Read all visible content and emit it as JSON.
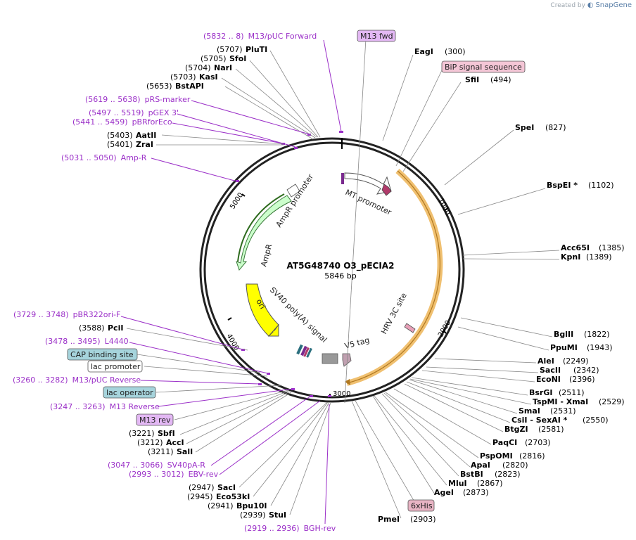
{
  "credit": {
    "prefix": "Created by",
    "brand": "SnapGene"
  },
  "plasmid": {
    "name": "AT5G48740 O3_pECIA2",
    "length_label": "5846 bp",
    "length": 5846
  },
  "ticks": [
    "1000",
    "2000",
    "3000",
    "4000",
    "5000"
  ],
  "features": [
    {
      "name": "MT promoter",
      "start": 3,
      "end": 200,
      "color": "#ffffff",
      "label_style": "text"
    },
    {
      "name": "BiP signal sequence",
      "start": 205,
      "end": 320,
      "color": "#b03a6a",
      "label_style": "box"
    },
    {
      "name": "HRV 3C site",
      "start": 2200,
      "end": 2260,
      "color": "#e8a0b8",
      "label_style": "text"
    },
    {
      "name": "V5 tag",
      "start": 2985,
      "end": 3030,
      "color": "#c0a0b0",
      "label_style": "text"
    },
    {
      "name": "6xHis",
      "start": 2885,
      "end": 2905,
      "color": "#e8b4c4",
      "label_style": "box"
    },
    {
      "name": "SV40 poly(A) signal",
      "start": 3080,
      "end": 3190,
      "color": "#999999",
      "label_style": "text"
    },
    {
      "name": "ori",
      "start": 3980,
      "end": 4570,
      "color": "#ffff00",
      "label_style": "text"
    },
    {
      "name": "AmpR",
      "start": 4730,
      "end": 5560,
      "color": "#ccffcc",
      "label_style": "text"
    },
    {
      "name": "AmpR promoter",
      "start": 5560,
      "end": 5660,
      "color": "#ffffff",
      "label_style": "text"
    }
  ],
  "boxed_labels": {
    "m13_fwd": "M13 fwd",
    "bip": "BiP signal sequence",
    "cap": "CAP binding site",
    "lac_promoter": "lac promoter",
    "lac_operator": "lac operator",
    "m13_rev": "M13 rev",
    "six_his": "6xHis"
  },
  "enzymes_right": [
    {
      "name": "EagI",
      "pos": "(300)"
    },
    {
      "name": "SfiI",
      "pos": "(494)"
    },
    {
      "name": "SpeI",
      "pos": "(827)"
    },
    {
      "name": "BspEI *",
      "pos": "(1102)"
    },
    {
      "name": "Acc65I",
      "pos": "(1385)"
    },
    {
      "name": "KpnI",
      "pos": "(1389)"
    },
    {
      "name": "BglII",
      "pos": "(1822)"
    },
    {
      "name": "PpuMI",
      "pos": "(1943)"
    },
    {
      "name": "AleI",
      "pos": "(2249)"
    },
    {
      "name": "SacII",
      "pos": "(2342)"
    },
    {
      "name": "EcoNI",
      "pos": "(2396)"
    },
    {
      "name": "BsrGI",
      "pos": "(2511)"
    },
    {
      "name": "TspMI - XmaI",
      "pos": "(2529)"
    },
    {
      "name": "SmaI",
      "pos": "(2531)"
    },
    {
      "name": "CsiI - SexAI *",
      "pos": "(2550)"
    },
    {
      "name": "BtgZI",
      "pos": "(2581)"
    },
    {
      "name": "PaqCI",
      "pos": "(2703)"
    },
    {
      "name": "PspOMI",
      "pos": "(2816)"
    },
    {
      "name": "ApaI",
      "pos": "(2820)"
    },
    {
      "name": "BstBI",
      "pos": "(2823)"
    },
    {
      "name": "MluI",
      "pos": "(2867)"
    },
    {
      "name": "AgeI",
      "pos": "(2873)"
    },
    {
      "name": "PmeI",
      "pos": "(2903)"
    }
  ],
  "enzymes_left": [
    {
      "name": "PluTI",
      "pos": "(5707)"
    },
    {
      "name": "SfoI",
      "pos": "(5705)"
    },
    {
      "name": "NarI",
      "pos": "(5704)"
    },
    {
      "name": "KasI",
      "pos": "(5703)"
    },
    {
      "name": "BstAPI",
      "pos": "(5653)"
    },
    {
      "name": "AatII",
      "pos": "(5403)"
    },
    {
      "name": "ZraI",
      "pos": "(5401)"
    },
    {
      "name": "PciI",
      "pos": "(3588)"
    },
    {
      "name": "SbfI",
      "pos": "(3221)"
    },
    {
      "name": "AccI",
      "pos": "(3212)"
    },
    {
      "name": "SalI",
      "pos": "(3211)"
    },
    {
      "name": "SacI",
      "pos": "(2947)"
    },
    {
      "name": "Eco53kI",
      "pos": "(2945)"
    },
    {
      "name": "Bpu10I",
      "pos": "(2941)"
    },
    {
      "name": "StuI",
      "pos": "(2939)"
    }
  ],
  "primers": [
    {
      "range": "(5832 .. 8)",
      "name": "M13/pUC Forward"
    },
    {
      "range": "(5619 .. 5638)",
      "name": "pRS-marker"
    },
    {
      "range": "(5497 .. 5519)",
      "name": "pGEX 3'"
    },
    {
      "range": "(5441 .. 5459)",
      "name": "pBRforEco"
    },
    {
      "range": "(5031 .. 5050)",
      "name": "Amp-R"
    },
    {
      "range": "(3729 .. 3748)",
      "name": "pBR322ori-F"
    },
    {
      "range": "(3478 .. 3495)",
      "name": "L4440"
    },
    {
      "range": "(3260 .. 3282)",
      "name": "M13/pUC Reverse"
    },
    {
      "range": "(3247 .. 3263)",
      "name": "M13 Reverse"
    },
    {
      "range": "(3047 .. 3066)",
      "name": "SV40pA-R"
    },
    {
      "range": "(2993 .. 3012)",
      "name": "EBV-rev"
    },
    {
      "range": "(2919 .. 2936)",
      "name": "BGH-rev"
    }
  ],
  "colors": {
    "primer": "#9b30c8",
    "ori": "#ffff00",
    "ampr": "#ccffcc",
    "orf_outline": "#f0c070",
    "box_pink": "#f4c6d6",
    "box_blue": "#a6d4dc",
    "box_purple": "#e3b8f4"
  }
}
